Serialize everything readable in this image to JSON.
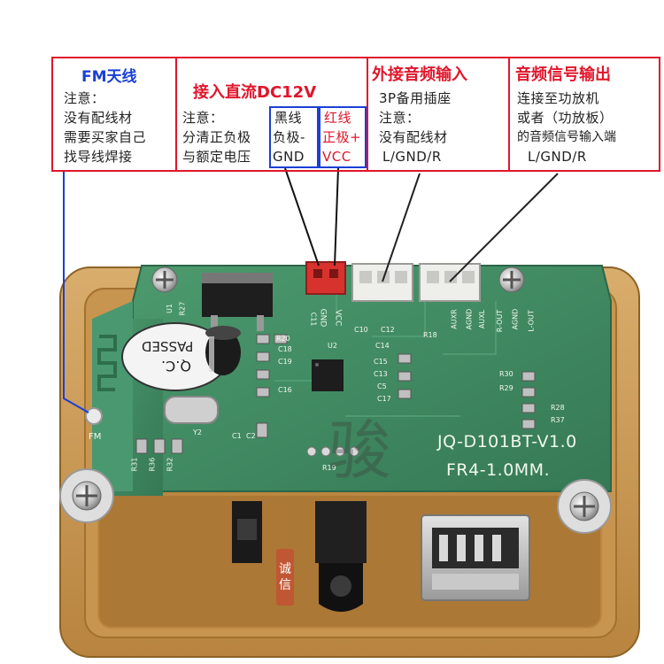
{
  "panels": {
    "fm": {
      "title": "FM天线",
      "lines": [
        "注意：",
        "没有配线材",
        "需要买家自己",
        "找导线焊接"
      ]
    },
    "power": {
      "title": "接入直流DC12V",
      "note_label": "注意：",
      "note_lines": [
        "分清正负极",
        "与额定电压"
      ],
      "black_wire": [
        "黑线",
        "负极-",
        "GND"
      ],
      "red_wire": [
        "红线",
        "正极+",
        "VCC"
      ]
    },
    "audio_in": {
      "title": "外接音频输入",
      "lines": [
        "3P备用插座",
        "注意：",
        "没有配线材",
        "L/GND/R"
      ]
    },
    "audio_out": {
      "title": "音频信号输出",
      "lines": [
        "连接至功放机",
        "或者（功放板）",
        "的音频信号输入端",
        "L/GND/R"
      ]
    }
  },
  "board": {
    "model": "JQ-D101BT-V1.0",
    "material": "FR4-1.0MM.",
    "qc_label": "Q.C.",
    "passed_label": "PASSED",
    "fm_pad": "FM",
    "connector_labels": [
      "GND",
      "VCC",
      "AUXR",
      "AGND",
      "AUXL",
      "R-OUT",
      "AGND",
      "L-OUT"
    ],
    "component_labels": [
      "U1",
      "R27",
      "R20",
      "C18",
      "C19",
      "C16",
      "C11",
      "C10",
      "C12",
      "R18",
      "C14",
      "C15",
      "C13",
      "C5",
      "C17",
      "U2",
      "Y2",
      "C1",
      "C2",
      "R31",
      "R36",
      "R32",
      "R19",
      "R30",
      "R29",
      "R28",
      "R37"
    ]
  },
  "watermark": {
    "big": "骏",
    "stamp": "诚信"
  },
  "colors": {
    "frame_red": "#e0162b",
    "frame_blue": "#1b3fd6",
    "pcb_green": "#3f8b62",
    "case_tan": "#c99a57",
    "connector_red": "#d8322e",
    "connector_white": "#eeeeea"
  }
}
